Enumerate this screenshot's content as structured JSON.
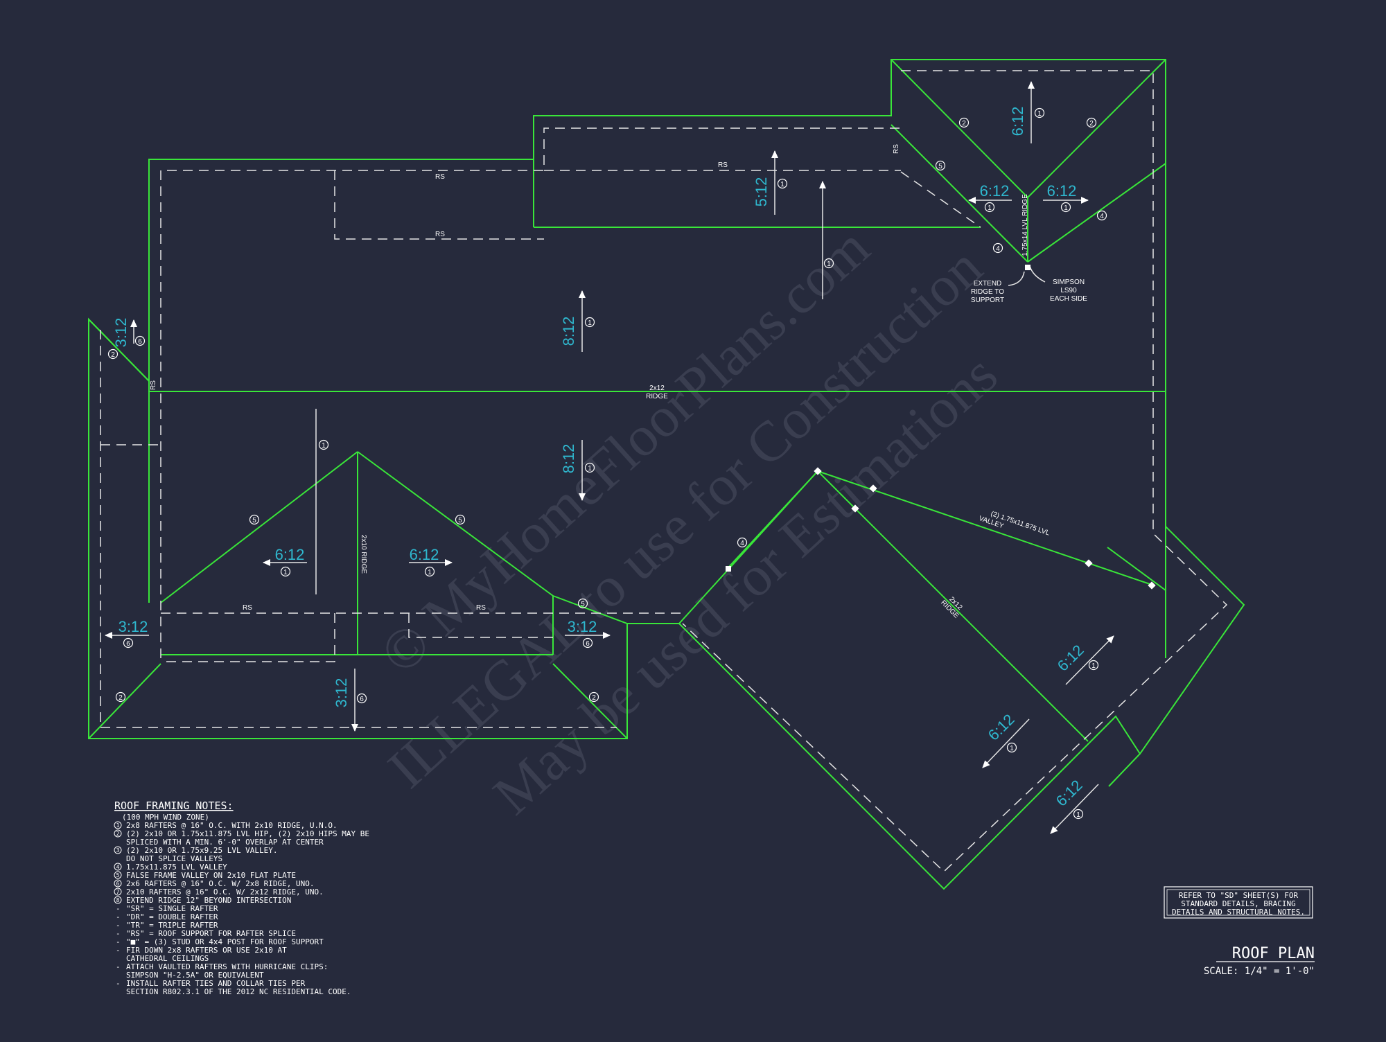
{
  "watermark": {
    "line1": "© MyHomeFloorPlans.com",
    "line2": "ILLEGAL to use for Construction",
    "line3": "May be used for Estimations"
  },
  "labels": {
    "rs": "RS",
    "ridge_2x12_a": "2x12",
    "ridge_2x12_b": "RIDGE",
    "ridge_2x10": "2x10 RIDGE",
    "lvl_ridge": "1.75x14 LVL RIDGE",
    "extend_1": "EXTEND",
    "extend_2": "RIDGE TO",
    "extend_3": "SUPPORT",
    "simpson_1": "SIMPSON",
    "simpson_2": "LS90",
    "simpson_3": "EACH SIDE",
    "valley_1": "(2) 1.75x11.875 LVL",
    "valley_2": "VALLEY",
    "diag_ridge_1": "2x12",
    "diag_ridge_2": "RIDGE"
  },
  "pitches": {
    "p612": "6:12",
    "p512": "5:12",
    "p812": "8:12",
    "p312": "3:12"
  },
  "callouts": [
    "1",
    "2",
    "3",
    "4",
    "5",
    "6",
    "7",
    "8"
  ],
  "notes": {
    "title": "ROOF FRAMING NOTES:",
    "lines": [
      "(100 MPH WIND ZONE)",
      "2x8 RAFTERS @ 16\" O.C. WITH 2x10 RIDGE, U.N.O.",
      "(2) 2x10 OR 1.75x11.875 LVL HIP, (2) 2x10 HIPS MAY BE",
      "SPLICED WITH A MIN. 6'-0\" OVERLAP AT CENTER",
      "(2) 2x10 OR 1.75x9.25 LVL VALLEY.",
      "DO NOT SPLICE VALLEYS",
      "1.75x11.875 LVL VALLEY",
      "FALSE FRAME VALLEY ON 2x10 FLAT PLATE",
      "2x6 RAFTERS @ 16\" O.C. W/ 2x8 RIDGE, UNO.",
      "2x10 RAFTERS @ 16\" O.C. W/ 2x12 RIDGE, UNO.",
      "EXTEND RIDGE 12\" BEYOND INTERSECTION",
      "\"SR\" = SINGLE RAFTER",
      "\"DR\" = DOUBLE RAFTER",
      "\"TR\" = TRIPLE RAFTER",
      "\"RS\" = ROOF SUPPORT FOR RAFTER SPLICE",
      "\"■\"  = (3) STUD OR 4x4 POST FOR ROOF SUPPORT",
      "FIR DOWN 2x8 RAFTERS OR USE 2x10 AT",
      "CATHEDRAL CEILINGS",
      "ATTACH VAULTED RAFTERS WITH HURRICANE CLIPS:",
      "SIMPSON \"H-2.5A\" OR EQUIVALENT",
      "INSTALL RAFTER TIES AND COLLAR TIES PER",
      "SECTION R802.3.1 OF THE 2012 NC RESIDENTIAL CODE."
    ]
  },
  "reference_box": {
    "line1": "REFER TO \"SD\" SHEET(S) FOR",
    "line2": "STANDARD DETAILS, BRACING",
    "line3": "DETAILS AND STRUCTURAL NOTES."
  },
  "title_block": {
    "title": "ROOF PLAN",
    "scale": "SCALE: 1/4\" = 1'-0\""
  },
  "colors": {
    "background": "#262a3c",
    "roof_line": "#39e639",
    "pitch_text": "#2fb8cf",
    "annotation": "#ffffff"
  }
}
